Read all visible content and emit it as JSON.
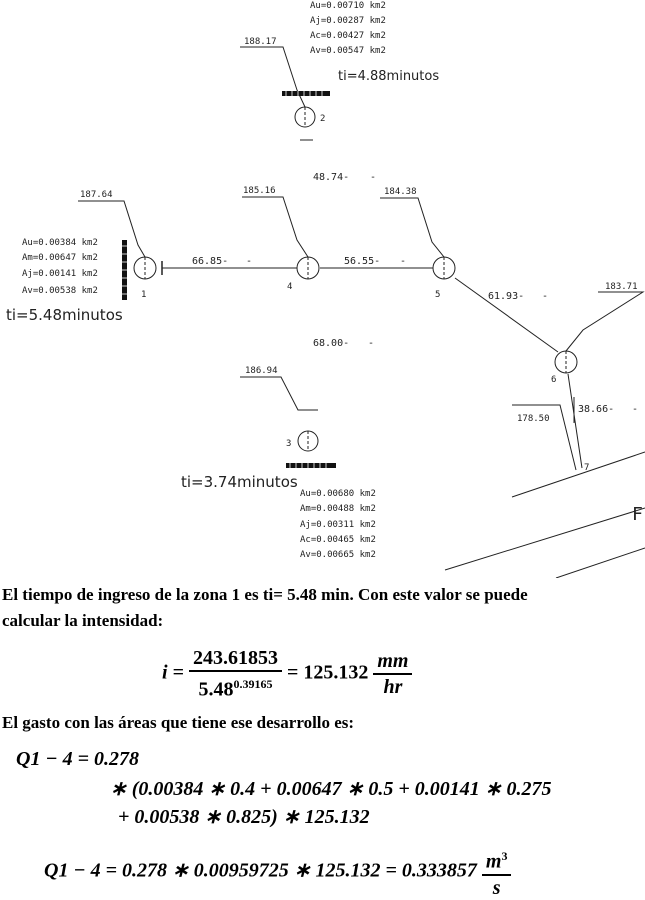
{
  "diagram": {
    "nodes": [
      {
        "id": "1",
        "elevation": "187.64",
        "areas": [
          "Au=0.00384 km2",
          "Am=0.00647 km2",
          "Aj=0.00141 km2",
          "Av=0.00538 km2"
        ],
        "ti_label": "ti=5.48minutos"
      },
      {
        "id": "2",
        "elevation": "188.17",
        "areas": [
          "Au=0.00710 km2",
          "Aj=0.00287 km2",
          "Ac=0.00427 km2",
          "Av=0.00547 km2"
        ],
        "ti_label": "ti=4.88minutos"
      },
      {
        "id": "3",
        "elevation": "186.94",
        "areas": [
          "Au=0.00680 km2",
          "Am=0.00488 km2",
          "Aj=0.00311 km2",
          "Ac=0.00465 km2",
          "Av=0.00665 km2"
        ],
        "ti_label": "ti=3.74minutos"
      },
      {
        "id": "4",
        "elevation": "185.16"
      },
      {
        "id": "5",
        "elevation": "184.38"
      },
      {
        "id": "6",
        "elevation": "183.71"
      },
      {
        "id": "7",
        "elevation": "178.50"
      }
    ],
    "pipes": [
      {
        "from": "2",
        "to": "4",
        "length": "48.74-"
      },
      {
        "from": "1",
        "to": "4",
        "length": "66.85-"
      },
      {
        "from": "4",
        "to": "5",
        "length": "56.55-"
      },
      {
        "from": "3",
        "to": "4",
        "length": "68.00-"
      },
      {
        "from": "5",
        "to": "6",
        "length": "61.93-"
      },
      {
        "from": "6",
        "to": "7",
        "length": "38.66-"
      }
    ],
    "dash": "-"
  },
  "text": {
    "p1_line1": "El tiempo de ingreso de la zona 1 es ti= 5.48 min. Con este valor se puede",
    "p1_line2": "calcular la intensidad:",
    "p2": "El gasto con las áreas que tiene ese desarrollo es:"
  },
  "formula_i": {
    "lhs": "i =",
    "numerator": "243.61853",
    "den_base": "5.48",
    "den_exp": "0.39165",
    "result": "= 125.132",
    "unit_num": "mm",
    "unit_den": "hr"
  },
  "formula_q1": {
    "line1": "Q1 − 4 = 0.278",
    "line2": "∗ (0.00384 ∗ 0.4 + 0.00647 ∗ 0.5 + 0.00141 ∗ 0.275",
    "line3": "+ 0.00538 ∗ 0.825) ∗ 125.132"
  },
  "formula_q2": {
    "lhs": "Q1 − 4 = 0.278 ∗ 0.00959725 ∗ 125.132 = 0.333857",
    "unit_num": "m",
    "unit_num_exp": "3",
    "unit_den": "s"
  }
}
